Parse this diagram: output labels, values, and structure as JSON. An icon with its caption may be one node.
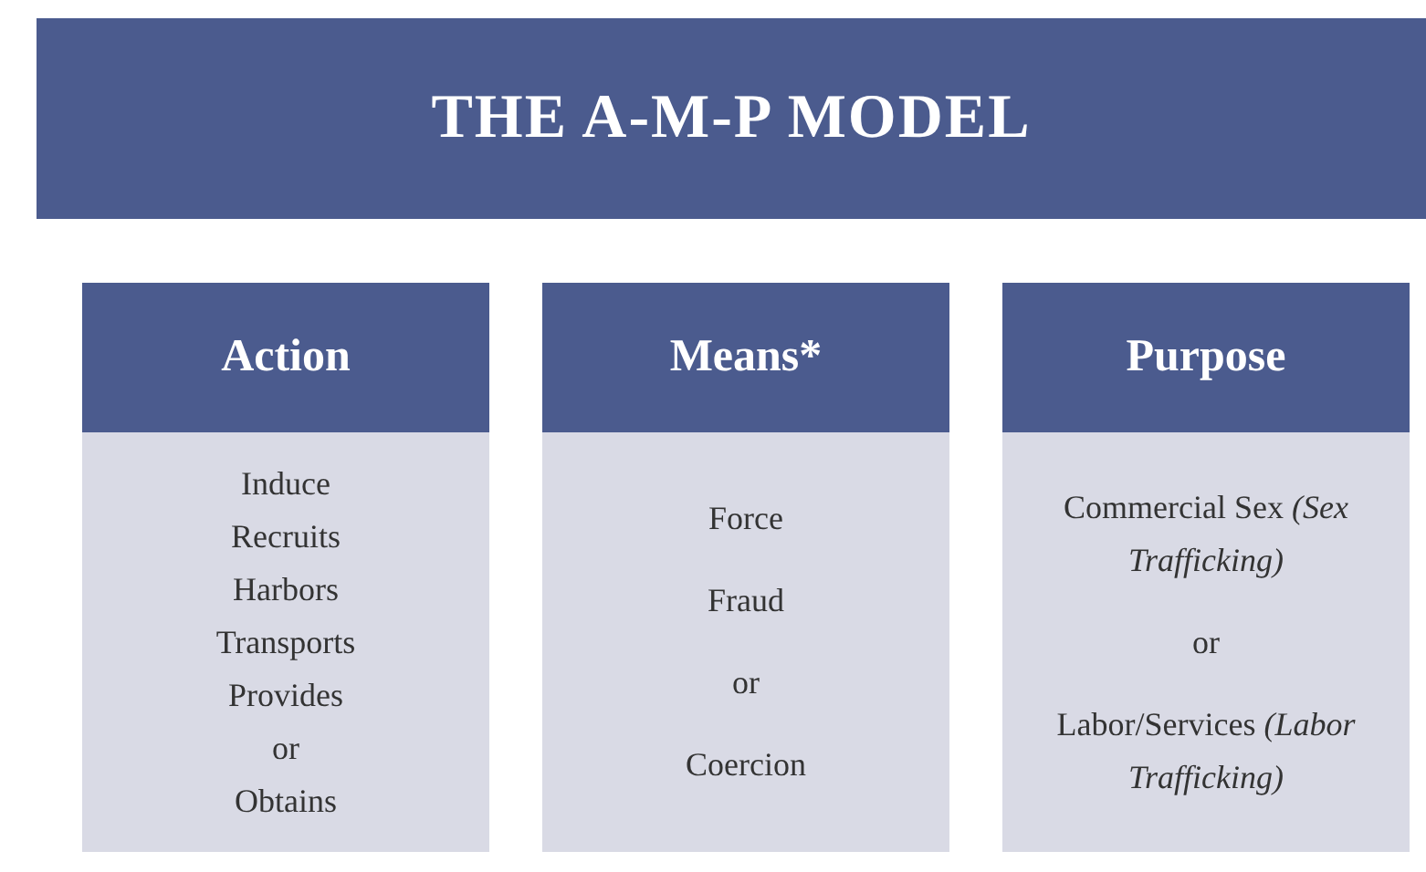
{
  "diagram": {
    "title": "THE A-M-P MODEL",
    "nodes": [
      {
        "text": [
          "Action",
          "Induce",
          "Recruits",
          "Harbors",
          "Transports",
          "Provides",
          "or",
          "Obtains"
        ]
      },
      {
        "text": [
          "Means*",
          "Force",
          "Fraud",
          "or",
          "Coercion"
        ]
      },
      {
        "text": [
          "Purpose",
          "Commercial Sex *(Sex Trafficking)*",
          "or",
          "Labor/Services *(Labor Trafficking)*"
        ]
      }
    ]
  }
}
